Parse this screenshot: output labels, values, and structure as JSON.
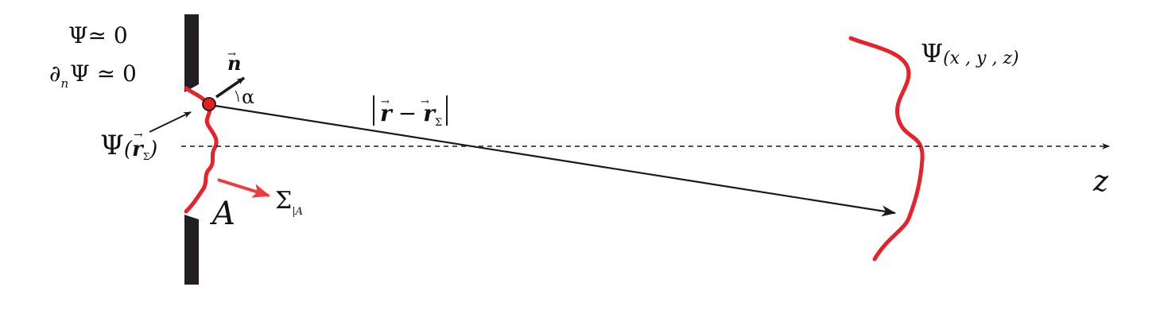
{
  "labels": {
    "psi_zero": "Ψ≃ 0",
    "dn": "∂",
    "dn_sub": "n",
    "dn_psi": "Ψ ≃ 0",
    "psi_r_sigma_psi": "Ψ",
    "psi_r_sigma_open": "(",
    "r_vec": "r",
    "sigma_sub": "Σ",
    "psi_r_sigma_close": ")",
    "n_vec": "n",
    "alpha": "α",
    "distance_r": "r",
    "distance_minus": "−",
    "distance_r2": "r",
    "distance_sigma": "Σ",
    "aperture": "A",
    "sigma_main": "Σ",
    "sigma_sub_a": "|A",
    "psi_field": "Ψ",
    "psi_field_args": "(x , y , z)",
    "z_axis": "z"
  },
  "colors": {
    "wall": "#231f20",
    "wave": "#e8212a",
    "arrow_red": "#ee3b3f",
    "line": "#1a1a1a",
    "point_fill": "#e31e24"
  }
}
